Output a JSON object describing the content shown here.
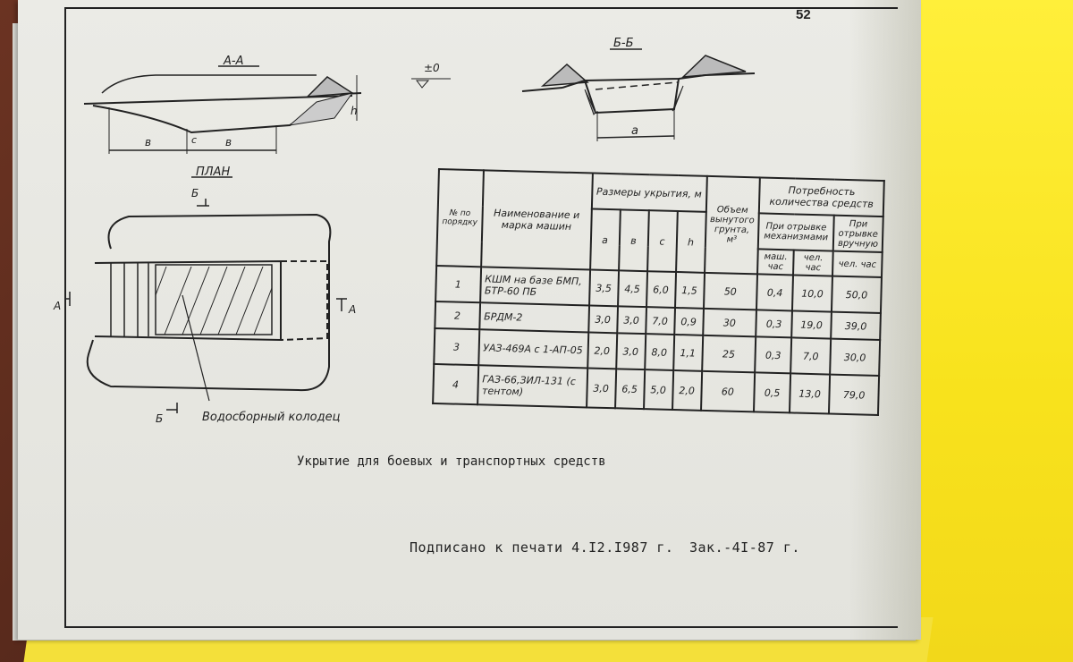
{
  "page_number": "52",
  "section_aa_label": "А-А",
  "section_bb_label": "Б-Б",
  "plan_label": "ПЛАН",
  "zero_mark": "±0",
  "dim_b": "в",
  "dim_c": "c",
  "dim_h": "h",
  "dim_a": "a",
  "cut_a_label": "А",
  "cut_b_label": "Б",
  "well_label": "Водосборный колодец",
  "table": {
    "col_num": "№ по порядку",
    "col_name": "Наименование и марка машин",
    "col_dims": "Размеры укрытия, м",
    "col_volume": "Объем вынутого грунта, м³",
    "col_needs": "Потребность количества средств",
    "col_mech": "При отрывке механизмами",
    "col_manual": "При отрывке вручную",
    "unit_mach": "маш. час",
    "unit_man": "чел. час",
    "dim_heads": [
      "а",
      "в",
      "с",
      "h"
    ],
    "rows": [
      {
        "num": "1",
        "name": "КШМ на базе БМП, БТР-60 ПБ",
        "a": "3,5",
        "b": "4,5",
        "c": "6,0",
        "h": "1,5",
        "vol": "50",
        "m1": "0,4",
        "m2": "10,0",
        "m3": "50,0"
      },
      {
        "num": "2",
        "name": "БРДМ-2",
        "a": "3,0",
        "b": "3,0",
        "c": "7,0",
        "h": "0,9",
        "vol": "30",
        "m1": "0,3",
        "m2": "19,0",
        "m3": "39,0"
      },
      {
        "num": "3",
        "name": "УАЗ-469А с 1-АП-05",
        "a": "2,0",
        "b": "3,0",
        "c": "8,0",
        "h": "1,1",
        "vol": "25",
        "m1": "0,3",
        "m2": "7,0",
        "m3": "30,0"
      },
      {
        "num": "4",
        "name": "ГАЗ-66,ЗИЛ-131 (с тентом)",
        "a": "3,0",
        "b": "6,5",
        "c": "5,0",
        "h": "2,0",
        "vol": "60",
        "m1": "0,5",
        "m2": "13,0",
        "m3": "79,0"
      }
    ]
  },
  "caption": "Укрытие для боевых и транспортных средств",
  "imprint": {
    "signed": "Подписано к печати 4.I2.I987 г.",
    "order": "Зак.-4I-87 г."
  }
}
